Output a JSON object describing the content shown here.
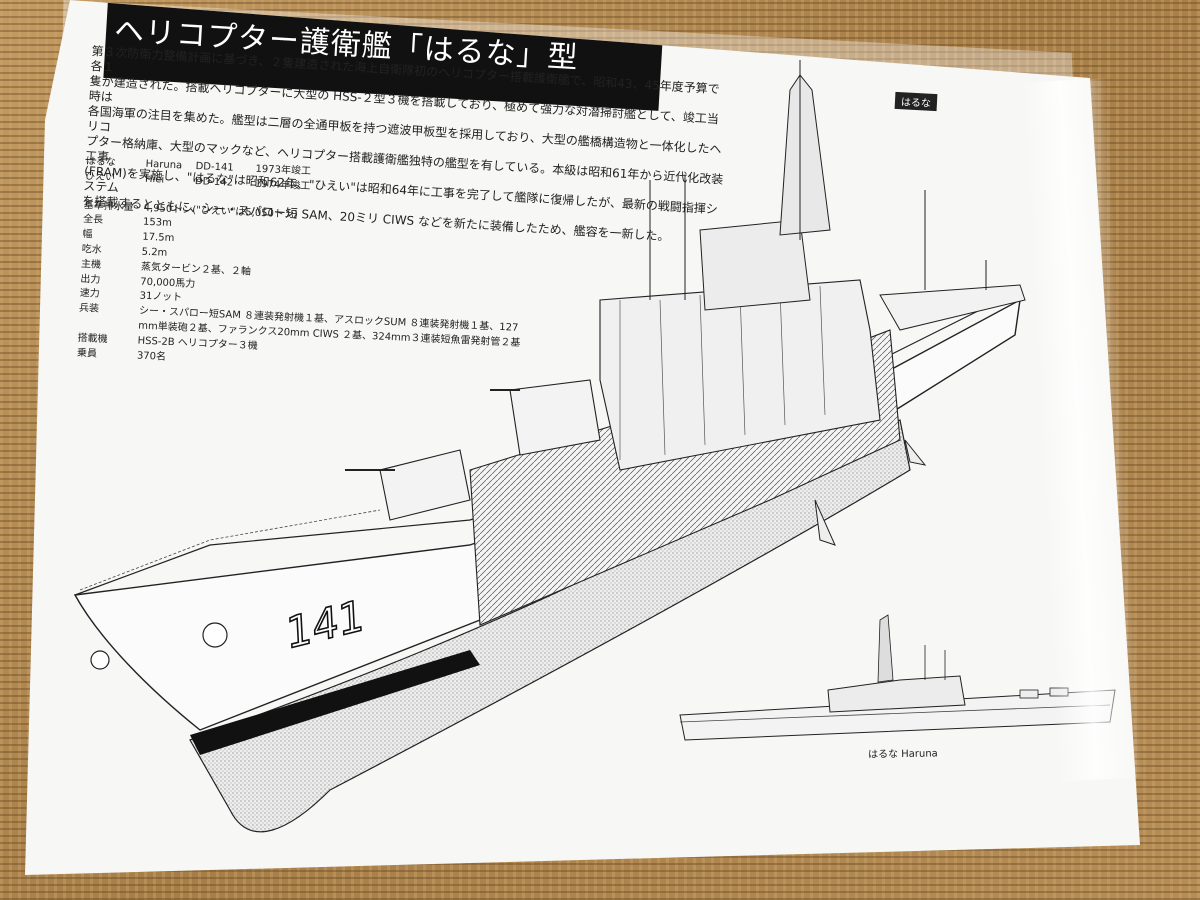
{
  "title": "ヘリコプター護衛艦「はるな」型",
  "tag_label": "はるな",
  "intro_text": [
    "第３次防衛力整備計画に基づき、２隻建造された海上自衛隊初のヘリコプター搭載護衛艦で、昭和43、45年度予算で各１",
    "隻が建造された。搭載ヘリコプターに大型の HSS-２型３機を搭載しており、極めて強力な対潜掃討艦として、竣工当時は",
    "各国海軍の注目を集めた。艦型は二層の全通甲板を持つ遮波甲板型を採用しており、大型の艦橋構造物と一体化したヘリコ",
    "プター格納庫、大型のマックなど、ヘリコプター搭載護衛艦独特の艦型を有している。本級は昭和61年から近代化改装工事",
    "(FRAM)を実施し、\"はるな\"は昭和62年、\"ひえい\"は昭和64年に工事を完了して艦隊に復帰したが、最新の戦闘指揮システム",
    "を搭載するとともに、シー・スパロー短 SAM、20ミリ CIWS などを新たに装備したため、艦容を一新した。"
  ],
  "ships": [
    {
      "jp": "はるな",
      "en": "Haruna",
      "number": "DD-141",
      "completed": "1973年竣工"
    },
    {
      "jp": "ひえい",
      "en": "Hiei",
      "number": "DD-142",
      "completed": "1974年竣工"
    }
  ],
  "specs": [
    {
      "label": "基準排水量",
      "value": "4,950トン(\"ひえい\"は5,050トン)"
    },
    {
      "label": "全長",
      "value": "153m"
    },
    {
      "label": "幅",
      "value": "17.5m"
    },
    {
      "label": "吃水",
      "value": "5.2m"
    },
    {
      "label": "主機",
      "value": "蒸気タービン２基、２軸"
    },
    {
      "label": "出力",
      "value": "70,000馬力"
    },
    {
      "label": "速力",
      "value": "31ノット"
    },
    {
      "label": "兵装",
      "value": "シー・スパロー短SAM ８連装発射機１基、アスロックSUM ８連装発射機１基、127"
    },
    {
      "label": "",
      "value": "mm単装砲２基、ファランクス20mm CIWS ２基、324mm３連装短魚雷発射管２基"
    },
    {
      "label": "搭載機",
      "value": "HSS-2B ヘリコプター３機"
    },
    {
      "label": "乗員",
      "value": "370名"
    }
  ],
  "hull_number": "141",
  "caption": "はるな Haruna",
  "colors": {
    "ink": "#1a1a1a",
    "paper": "#f7f7f5",
    "mat": "#b08a55",
    "stipple": "#c9c9c9"
  }
}
